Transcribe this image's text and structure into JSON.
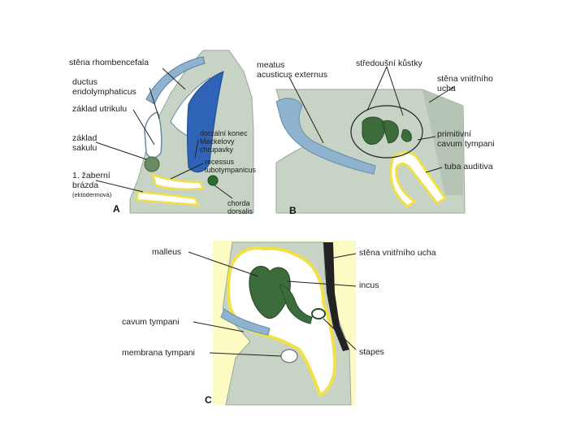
{
  "panel_a": {
    "letter": "A",
    "labels": {
      "stena_rhombencefala": "stěna rhombencefala",
      "ductus_1": "ductus",
      "ductus_2": "endolymphaticus",
      "zaklad_utrikulu": "základ utrikulu",
      "zaklad_sakulu_1": "základ",
      "zaklad_sakulu_2": "sakulu",
      "zaberni_1": "1. žaberní",
      "zaberni_2": "brázda",
      "ektoderm": "(ektodermová)",
      "dorzalni_1": "dorzální konec",
      "dorzalni_2": "Meckelovy",
      "dorzalni_3": "chrupavky",
      "recessus_1": "recessus",
      "recessus_2": "tubotympanicus",
      "chorda_1": "chorda",
      "chorda_2": "dorsalis"
    }
  },
  "panel_b": {
    "letter": "B",
    "labels": {
      "meatus_1": "meatus",
      "meatus_2": "acusticus externus",
      "kustky": "středoušní kůstky",
      "stena_ucha_1": "stěna vnitřního",
      "stena_ucha_2": "ucha",
      "primitivni_1": "primitivní",
      "primitivni_2": "cavum tympani",
      "tuba": "tuba auditiva"
    }
  },
  "panel_c": {
    "letter": "C",
    "labels": {
      "malleus": "malleus",
      "stena_ucha": "stěna vnitřního ucha",
      "incus": "incus",
      "cavum": "cavum tympani",
      "membrana": "membrana tympani",
      "stapes": "stapes"
    }
  },
  "colors": {
    "tissue": "#c6d3c5",
    "tissue_edge": "#9aaa9a",
    "neural_blue": "#8fb2cf",
    "cartilage_blue": "#2f63b5",
    "ossicle_green": "#3c6b3c",
    "yellow_outline": "#f0e04a",
    "pale_yellow": "#fdfbc4"
  }
}
